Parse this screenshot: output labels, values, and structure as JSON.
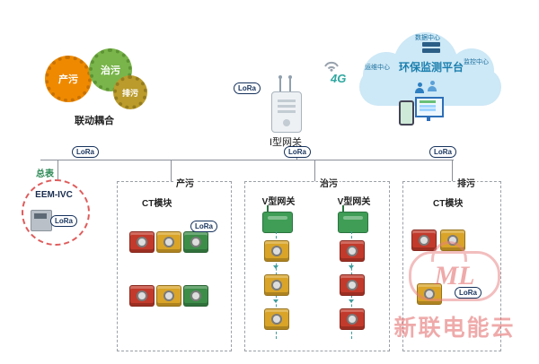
{
  "gears": {
    "caption": "联动耦合",
    "items": [
      {
        "label": "产污",
        "color": "#ef8a00"
      },
      {
        "label": "治污",
        "color": "#79b54a"
      },
      {
        "label": "排污",
        "color": "#ba9b2b"
      }
    ]
  },
  "gateway": {
    "label": "I型网关",
    "lora": "LoRa"
  },
  "uplink": {
    "label": "4G"
  },
  "cloud": {
    "label": "环保监测平台",
    "sub_labels": [
      "数据中心",
      "运维中心",
      "监控中心"
    ]
  },
  "meter": {
    "caption": "总表",
    "device": "EEM-IVC",
    "lora": "LoRa"
  },
  "bus": {
    "lora_labels": [
      "LoRa",
      "LoRa",
      "LoRa"
    ]
  },
  "zones": [
    {
      "label": "产污",
      "module_label": "CT模块",
      "lora": "LoRa",
      "module_rows": [
        [
          "red",
          "yellow",
          "green"
        ],
        [
          "red",
          "yellow",
          "green"
        ]
      ]
    },
    {
      "label": "治污",
      "columns": [
        {
          "gateway_label": "V型网关",
          "modules": [
            "yellow",
            "yellow",
            "yellow"
          ]
        },
        {
          "gateway_label": "V型网关",
          "modules": [
            "red",
            "red",
            "red"
          ]
        }
      ]
    },
    {
      "label": "排污",
      "module_label": "CT模块",
      "lora": "LoRa",
      "module_rows": [
        [
          "red",
          "yellow"
        ],
        [
          "yellow"
        ]
      ]
    }
  ],
  "watermark": {
    "logo_text": "ML",
    "text": "新联电能云"
  },
  "colors": {
    "module_red": "#c23a2b",
    "module_yellow": "#d9a428",
    "module_green": "#3d8d49",
    "cloud_fill": "#cde8f6",
    "cloud_text": "#1b7fae",
    "line": "#8a8f98",
    "lora_navy": "#16325c",
    "watermark": "#e05858",
    "boundary_red": "#e05b5b"
  }
}
